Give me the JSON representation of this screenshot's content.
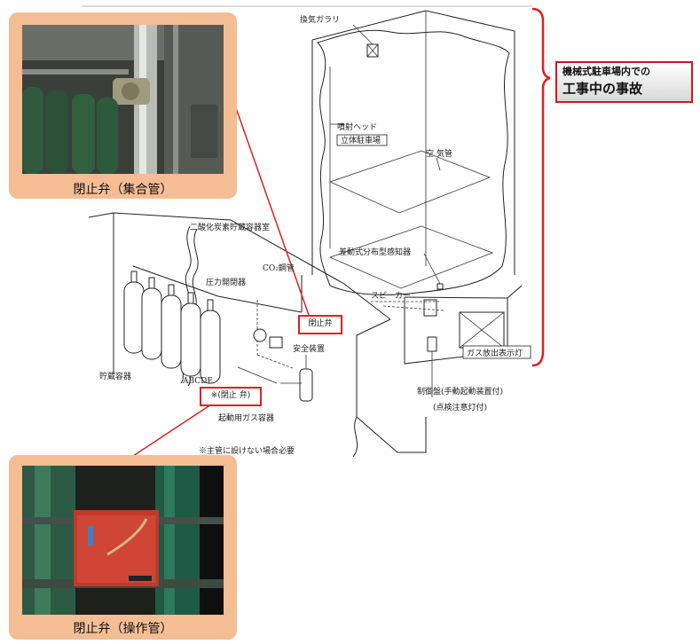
{
  "title": {
    "line1": "機械式駐車場内での",
    "line2": "工事中の事故"
  },
  "photos": {
    "top_caption": "閉止弁（集合管）",
    "bottom_caption": "閉止弁（操作管）"
  },
  "callouts": {
    "valve_main": "閉止弁",
    "valve_sub": "※(閉止 弁)"
  },
  "diagram_labels": {
    "vent": "換気ガラリ",
    "nozzle": "噴射ヘッド",
    "parking": "立体駐車場",
    "air_pipe": "空 気管",
    "detector": "差動式分布型感知器",
    "speaker": "スピーカー",
    "gas_lamp": "ガス放出表示灯",
    "storage_room": "二酸化炭素貯蔵容器室",
    "co2_pipe": "CO₂鋼管",
    "pressure_switch": "圧力開閉器",
    "safety_device": "安全装置",
    "storage_container": "貯蔵容器",
    "abc": "ABCDE",
    "starter_gas": "起動用ガス容器",
    "note": "※主管に設けない場合必要",
    "control_panel": "制御盤(手動起動装置付)",
    "inspection_lamp": "(点検注意灯付)"
  },
  "colors": {
    "accent_red": "#e02020",
    "card_fill": "#f4bd94"
  }
}
